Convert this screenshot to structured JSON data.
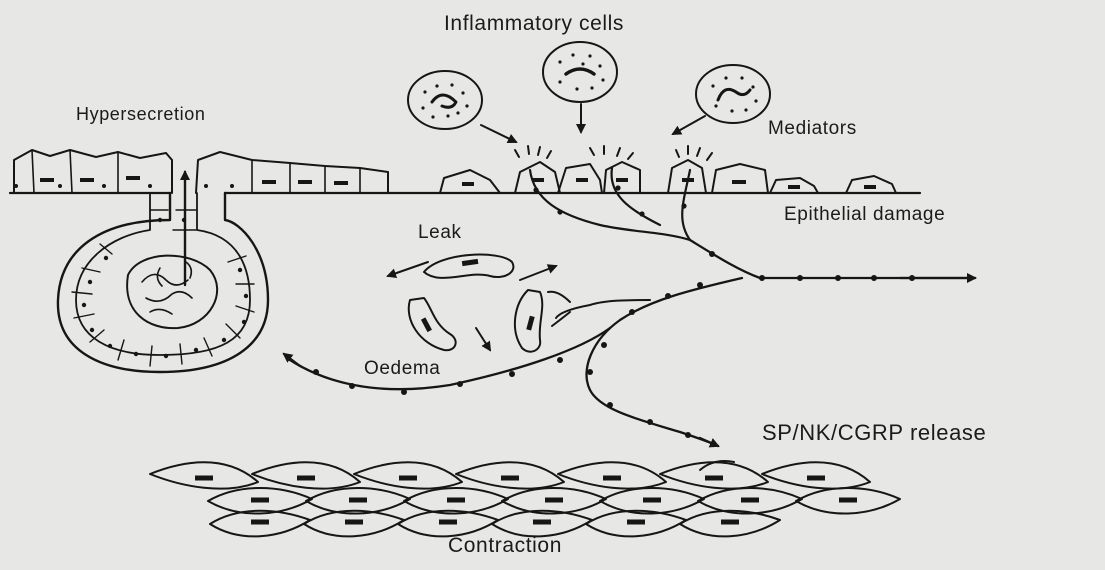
{
  "diagram": {
    "labels": {
      "inflammatory_cells": "Inflammatory cells",
      "hypersecretion": "Hypersecretion",
      "mediators": "Mediators",
      "epithelial_damage": "Epithelial damage",
      "leak": "Leak",
      "oedema": "Oedema",
      "sp_nk_cgrp_release": "SP/NK/CGRP release",
      "contraction": "Contraction"
    }
  }
}
